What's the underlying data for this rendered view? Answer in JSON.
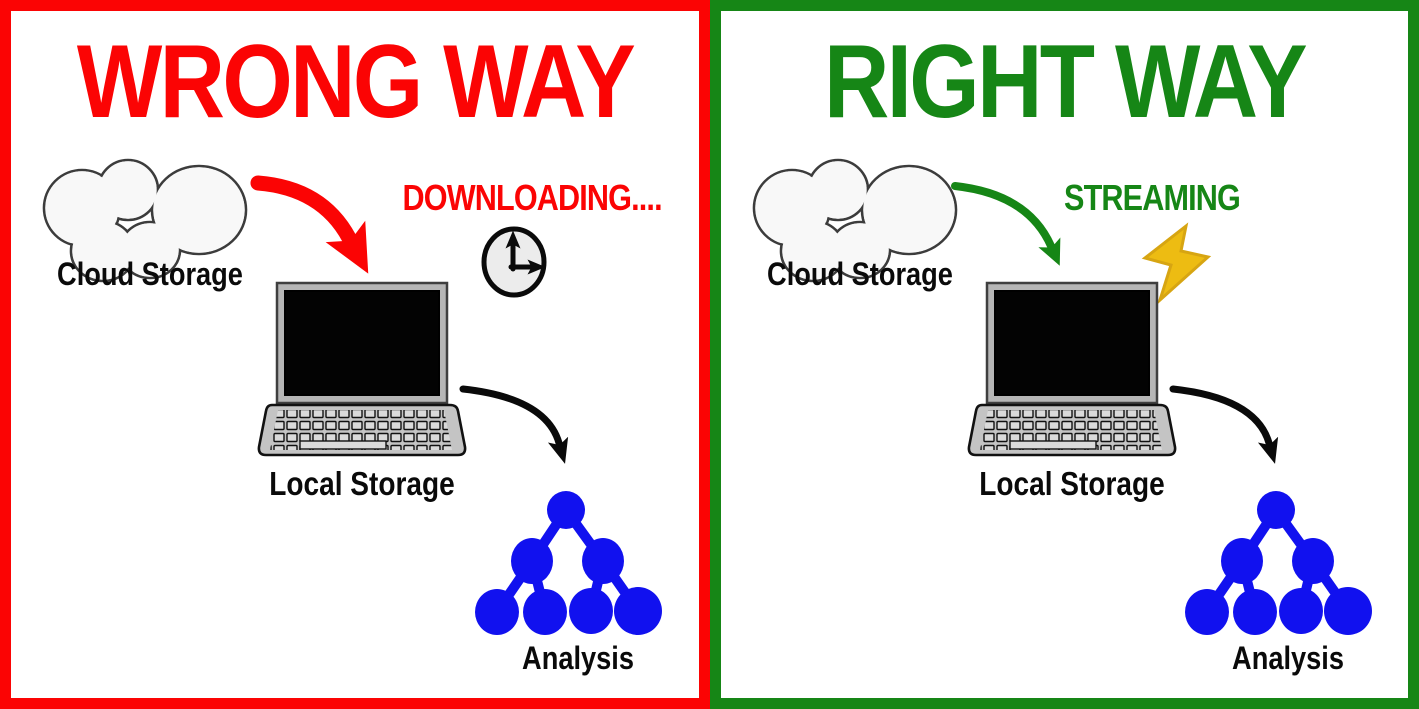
{
  "diagram": {
    "left_panel": {
      "title": "WRONG WAY",
      "accent_color": "#FB0404",
      "cloud_label": "Cloud Storage",
      "transfer_label": "DOWNLOADING....",
      "transfer_icon": "clock-icon",
      "computer_label": "Local Storage",
      "analysis_label": "Analysis"
    },
    "right_panel": {
      "title": "RIGHT WAY",
      "accent_color": "#168616",
      "cloud_label": "Cloud Storage",
      "transfer_label": "STREAMING",
      "transfer_icon": "lightning-icon",
      "computer_label": "Local Storage",
      "analysis_label": "Analysis"
    },
    "colors": {
      "wrong_red": "#FB0404",
      "right_green": "#168616",
      "tree_blue": "#1111EF",
      "lightning_gold": "#EDBC12",
      "clock_face": "#ECECEC",
      "device_gray": "#C4C4C4",
      "screen_black": "#000000",
      "cloud_fill": "#F8F8F8"
    }
  }
}
